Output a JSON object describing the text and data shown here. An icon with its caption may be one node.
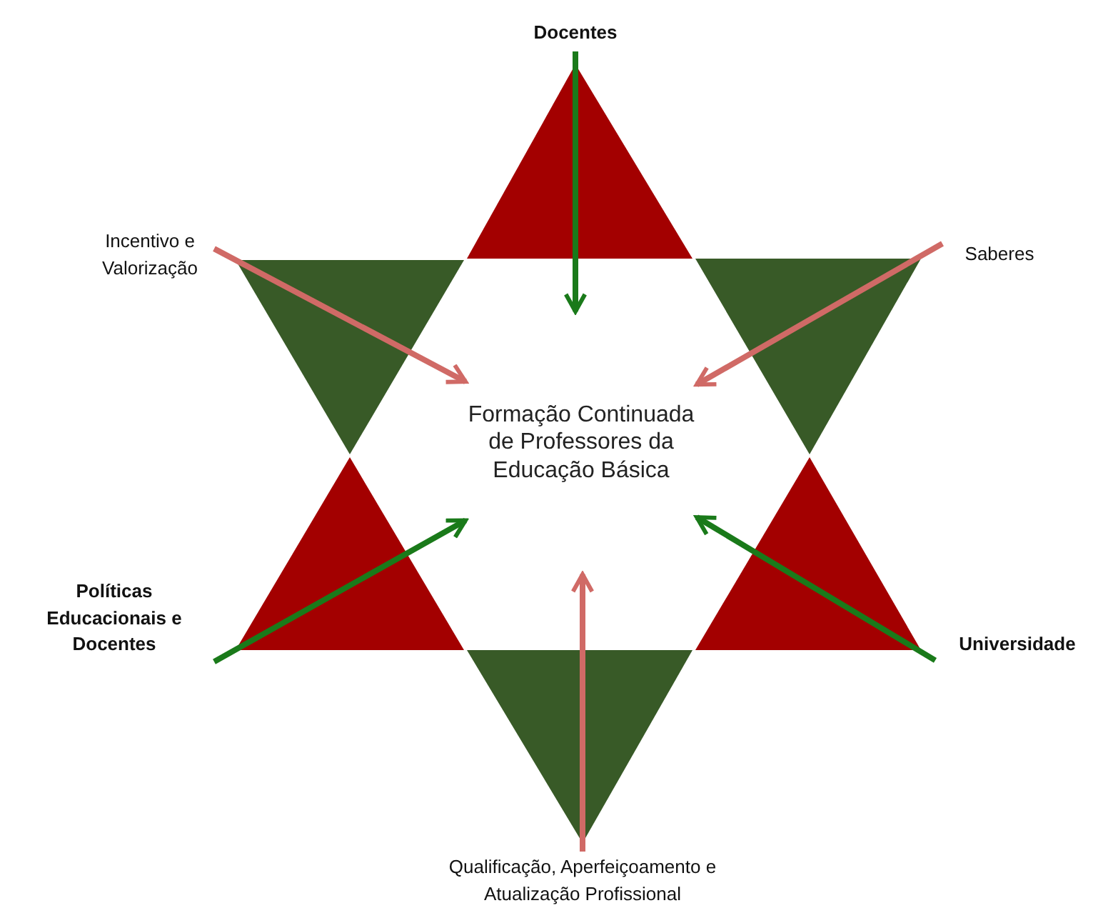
{
  "diagram": {
    "nodes": [
      {
        "text": [
          "Formação Continuada de Professores da Educação Básica"
        ]
      },
      {
        "text": [
          "Docentes"
        ]
      },
      {
        "text": [
          "Incentivo e Valorização"
        ]
      },
      {
        "text": [
          "Saberes"
        ]
      },
      {
        "text": [
          "Políticas Educacionais e Docentes"
        ]
      },
      {
        "text": [
          "Universidade"
        ]
      },
      {
        "text": [
          "Qualificação, Aperfeiçoamento e Atualização Profissional"
        ]
      }
    ],
    "edges": [
      {
        "from": 1,
        "to": 0,
        "arrow": "to"
      },
      {
        "from": 2,
        "to": 0,
        "arrow": "to",
        "color": "#d06a66"
      },
      {
        "from": 3,
        "to": 0,
        "arrow": "to",
        "color": "#d06a66"
      },
      {
        "from": 4,
        "to": 0,
        "arrow": "to"
      },
      {
        "from": 5,
        "to": 0,
        "arrow": "to"
      },
      {
        "from": 6,
        "to": 0,
        "arrow": "to",
        "color": "#d06a66"
      }
    ]
  }
}
